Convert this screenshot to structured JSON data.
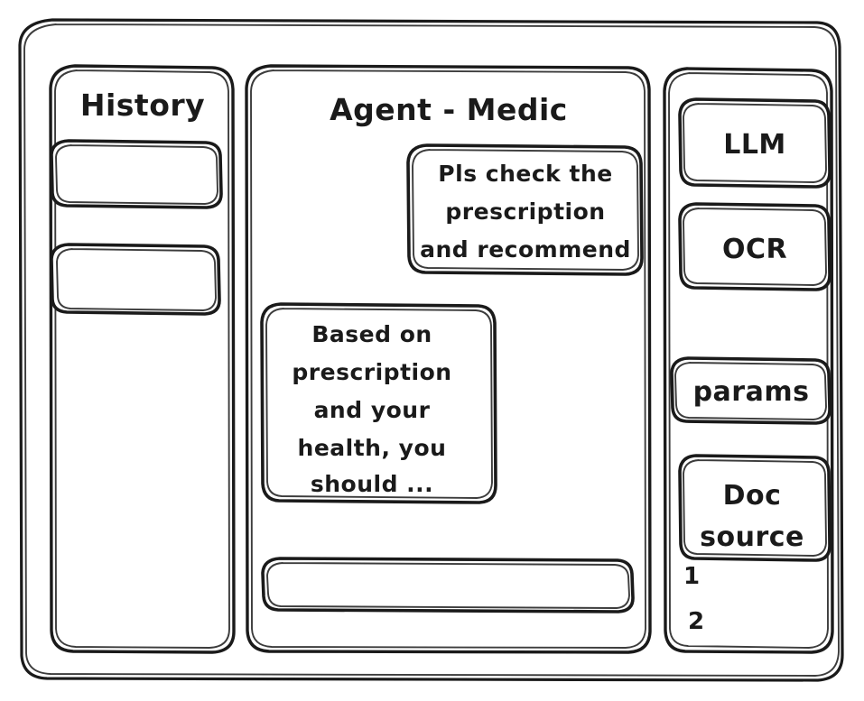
{
  "app": {
    "style": "hand-drawn-wireframe",
    "stroke_color": "#1a1a1a",
    "background_color": "#ffffff"
  },
  "sidebar_left": {
    "title": "History",
    "items": [
      {
        "label": "",
        "name": "history-item-1"
      },
      {
        "label": "",
        "name": "history-item-2"
      }
    ]
  },
  "main": {
    "title": "Agent - Medic",
    "messages": [
      {
        "role": "user",
        "align": "right",
        "lines": [
          "Pls check the",
          "prescription",
          "and recommend"
        ]
      },
      {
        "role": "assistant",
        "align": "left",
        "lines": [
          "Based on",
          "prescription",
          "and your",
          "health, you",
          "should ..."
        ]
      }
    ],
    "composer": {
      "value": "",
      "placeholder": ""
    }
  },
  "sidebar_right": {
    "tools": [
      {
        "label": "LLM"
      },
      {
        "label": "OCR"
      }
    ],
    "settings": [
      {
        "label": "params"
      }
    ],
    "doc_source": {
      "lines": [
        "Doc",
        "source"
      ],
      "items": [
        "1",
        "2"
      ]
    }
  }
}
